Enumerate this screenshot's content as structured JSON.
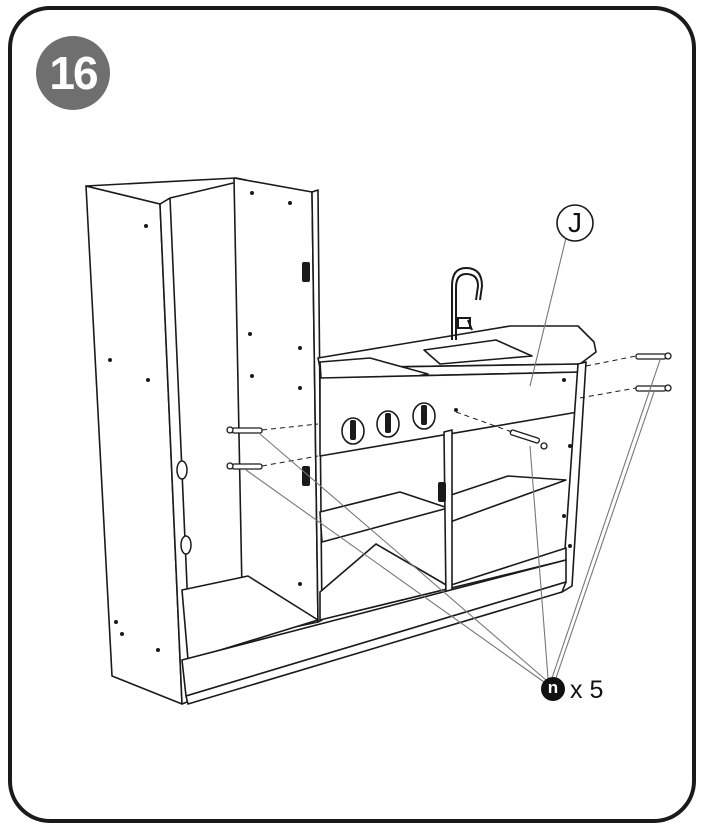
{
  "step": {
    "number": "16"
  },
  "part": {
    "label": "J"
  },
  "hardware": {
    "letter": "n",
    "quantity": "x 5"
  },
  "colors": {
    "frame": "#1a1a1a",
    "badge": "#6f6f6f",
    "line": "#1a1a1a",
    "leader": "#777777"
  }
}
